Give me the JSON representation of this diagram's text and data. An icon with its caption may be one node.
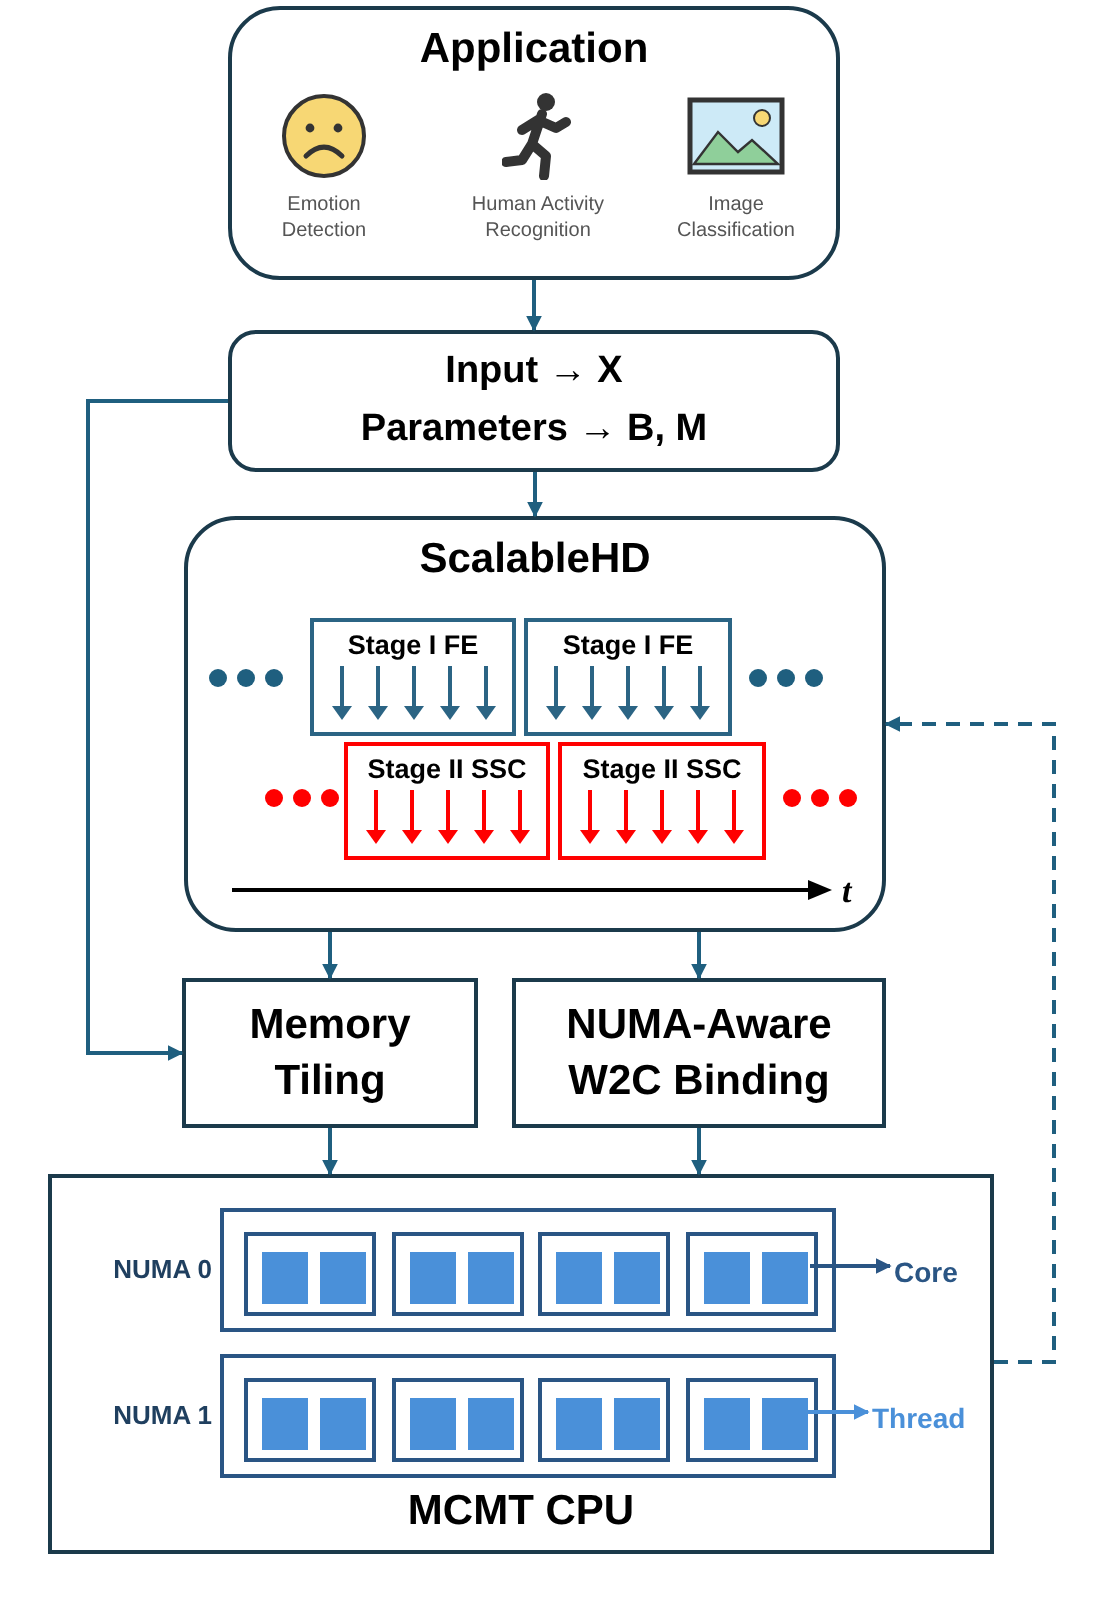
{
  "diagram": {
    "nodes": [
      {
        "text": [
          "Application"
        ]
      },
      {
        "text": [
          "Emotion Detection"
        ],
        "in": 0
      },
      {
        "text": [
          "Human Activity Recognition"
        ],
        "in": 0
      },
      {
        "text": [
          "Image Classification"
        ],
        "in": 0
      },
      {
        "text": [
          "Input → X",
          "Parameters → B, M"
        ]
      },
      {
        "text": [
          "ScalableHD"
        ]
      },
      {
        "text": [
          "Stage I FE"
        ],
        "in": 5
      },
      {
        "text": [
          "Stage I FE"
        ],
        "in": 5
      },
      {
        "text": [
          "Stage II SSC"
        ],
        "in": 5
      },
      {
        "text": [
          "Stage II SSC"
        ],
        "in": 5
      },
      {
        "text": [
          "Memory Tiling"
        ]
      },
      {
        "text": [
          "NUMA-Aware W2C Binding"
        ]
      },
      {
        "text": [
          "MCMT CPU"
        ]
      },
      {
        "text": [
          "NUMA 0"
        ],
        "in": 12
      },
      {
        "text": [
          "NUMA 1"
        ],
        "in": 12
      },
      {
        "text": [],
        "shape": "box",
        "in": 13
      },
      {
        "text": [],
        "shape": "box",
        "in": 13
      },
      {
        "text": [],
        "shape": "box",
        "in": 13
      },
      {
        "text": [],
        "shape": "box",
        "in": 13
      },
      {
        "text": [],
        "shape": "box",
        "in": 14
      },
      {
        "text": [],
        "shape": "box",
        "in": 14
      },
      {
        "text": [],
        "shape": "box",
        "in": 14
      },
      {
        "text": [],
        "shape": "box",
        "in": 14
      },
      {
        "text": [],
        "shape": "box",
        "in": 15
      },
      {
        "text": [],
        "shape": "box",
        "in": 15
      },
      {
        "text": [],
        "shape": "box",
        "in": 16
      },
      {
        "text": [],
        "shape": "box",
        "in": 16
      },
      {
        "text": [],
        "shape": "box",
        "in": 17
      },
      {
        "text": [],
        "shape": "box",
        "in": 17
      },
      {
        "text": [],
        "shape": "box",
        "in": 18
      },
      {
        "text": [],
        "shape": "box",
        "in": 18
      },
      {
        "text": [],
        "shape": "box",
        "in": 19
      },
      {
        "text": [],
        "shape": "box",
        "in": 19
      },
      {
        "text": [],
        "shape": "box",
        "in": 20
      },
      {
        "text": [],
        "shape": "box",
        "in": 20
      },
      {
        "text": [],
        "shape": "box",
        "in": 21
      },
      {
        "text": [],
        "shape": "box",
        "in": 21
      },
      {
        "text": [],
        "shape": "box",
        "in": 22
      },
      {
        "text": [],
        "shape": "box",
        "in": 22
      },
      {
        "text": [
          "Core"
        ],
        "in": 12
      },
      {
        "text": [
          "Thread"
        ],
        "in": 12
      }
    ],
    "edges": [
      {
        "from": 0,
        "to": 4,
        "arrow": "to"
      },
      {
        "from": 4,
        "to": 5,
        "arrow": "to"
      },
      {
        "from": 4,
        "to": 10,
        "arrow": "to"
      },
      {
        "from": 5,
        "to": 10,
        "arrow": "to"
      },
      {
        "from": 5,
        "to": 11,
        "arrow": "to"
      },
      {
        "from": 10,
        "to": 12,
        "arrow": "to"
      },
      {
        "from": 11,
        "to": 12,
        "arrow": "to"
      },
      {
        "from": 12,
        "to": 5,
        "arrow": "to",
        "style": "dashed"
      },
      {
        "from": 18,
        "to": 39,
        "arrow": "to",
        "color": "#2a5584"
      },
      {
        "from": 38,
        "to": 40,
        "arrow": "to",
        "color": "#4a90d9"
      }
    ],
    "labels": [
      "t"
    ]
  }
}
